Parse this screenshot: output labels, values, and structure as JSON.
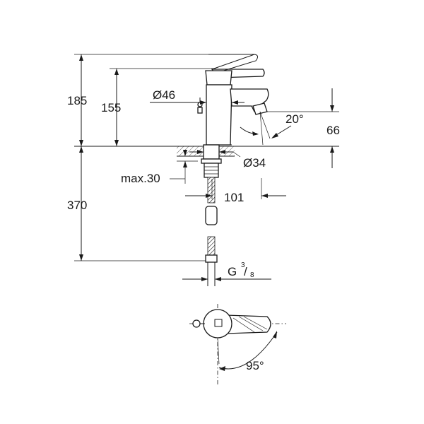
{
  "dimensions": {
    "total_height": "185",
    "spout_height": "155",
    "body_diameter": "Ø46",
    "spout_angle": "20°",
    "outlet_height": "66",
    "hole_diameter": "Ø34",
    "max_thickness": "max.30",
    "projection": "101",
    "hose_length": "370",
    "thread": "G",
    "thread_num": "3",
    "thread_den": "8",
    "lever_rotation": "95°"
  }
}
